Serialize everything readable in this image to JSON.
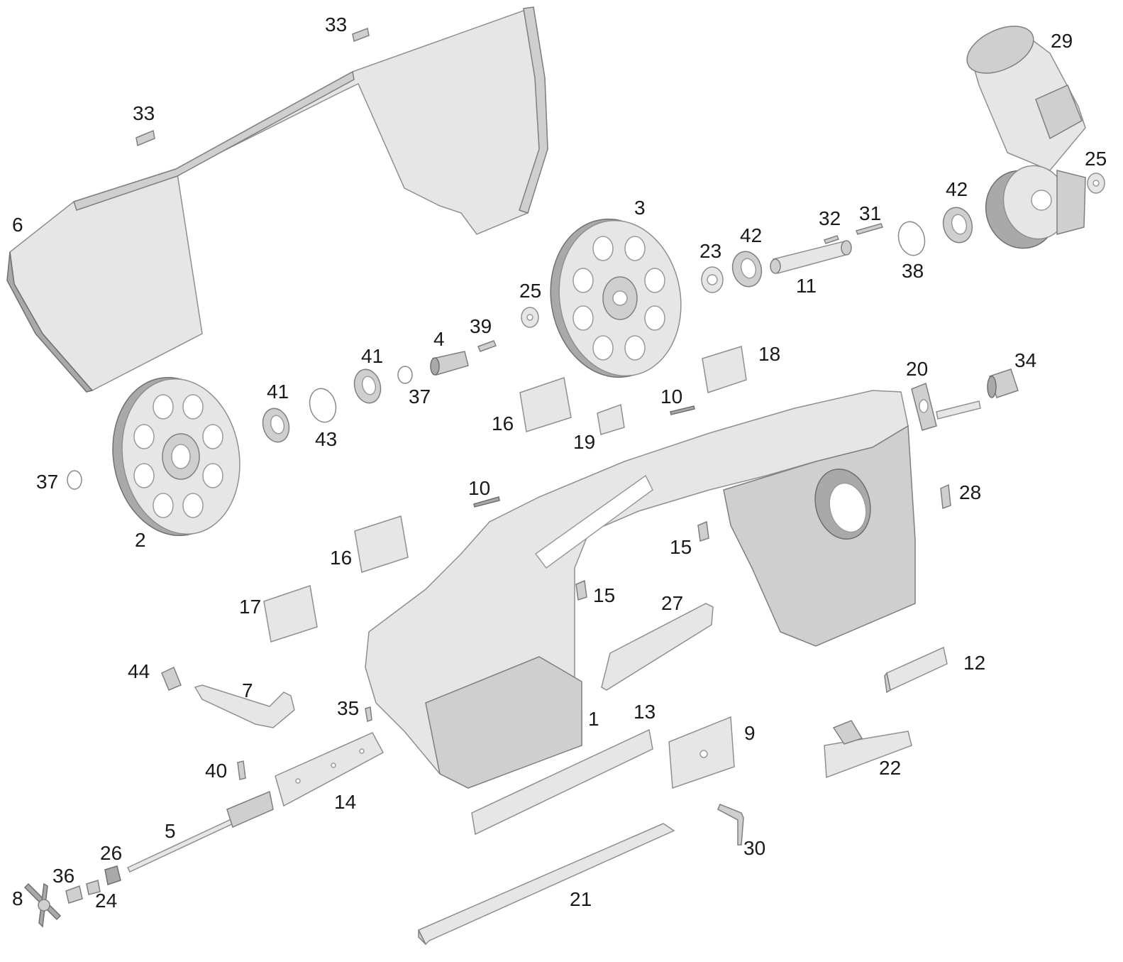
{
  "labels": [
    {
      "id": "l33a",
      "text": "33"
    },
    {
      "id": "l33b",
      "text": "33"
    },
    {
      "id": "l6",
      "text": "6"
    },
    {
      "id": "l29",
      "text": "29"
    },
    {
      "id": "l25a",
      "text": "25"
    },
    {
      "id": "l42a",
      "text": "42"
    },
    {
      "id": "l32",
      "text": "32"
    },
    {
      "id": "l31",
      "text": "31"
    },
    {
      "id": "l3",
      "text": "3"
    },
    {
      "id": "l23",
      "text": "23"
    },
    {
      "id": "l42b",
      "text": "42"
    },
    {
      "id": "l11",
      "text": "11"
    },
    {
      "id": "l38",
      "text": "38"
    },
    {
      "id": "l25b",
      "text": "25"
    },
    {
      "id": "l39",
      "text": "39"
    },
    {
      "id": "l4",
      "text": "4"
    },
    {
      "id": "l41a",
      "text": "41"
    },
    {
      "id": "l37a",
      "text": "37"
    },
    {
      "id": "l18",
      "text": "18"
    },
    {
      "id": "l20",
      "text": "20"
    },
    {
      "id": "l34",
      "text": "34"
    },
    {
      "id": "l41b",
      "text": "41"
    },
    {
      "id": "l43",
      "text": "43"
    },
    {
      "id": "l16a",
      "text": "16"
    },
    {
      "id": "l10a",
      "text": "10"
    },
    {
      "id": "l19",
      "text": "19"
    },
    {
      "id": "l37b",
      "text": "37"
    },
    {
      "id": "l2",
      "text": "2"
    },
    {
      "id": "l10b",
      "text": "10"
    },
    {
      "id": "l28",
      "text": "28"
    },
    {
      "id": "l15a",
      "text": "15"
    },
    {
      "id": "l16b",
      "text": "16"
    },
    {
      "id": "l15b",
      "text": "15"
    },
    {
      "id": "l27",
      "text": "27"
    },
    {
      "id": "l17",
      "text": "17"
    },
    {
      "id": "l12",
      "text": "12"
    },
    {
      "id": "l44",
      "text": "44"
    },
    {
      "id": "l7",
      "text": "7"
    },
    {
      "id": "l35",
      "text": "35"
    },
    {
      "id": "l1",
      "text": "1"
    },
    {
      "id": "l13",
      "text": "13"
    },
    {
      "id": "l9",
      "text": "9"
    },
    {
      "id": "l22",
      "text": "22"
    },
    {
      "id": "l40",
      "text": "40"
    },
    {
      "id": "l14",
      "text": "14"
    },
    {
      "id": "l5",
      "text": "5"
    },
    {
      "id": "l30",
      "text": "30"
    },
    {
      "id": "l26",
      "text": "26"
    },
    {
      "id": "l36",
      "text": "36"
    },
    {
      "id": "l24",
      "text": "24"
    },
    {
      "id": "l8",
      "text": "8"
    },
    {
      "id": "l21",
      "text": "21"
    }
  ]
}
